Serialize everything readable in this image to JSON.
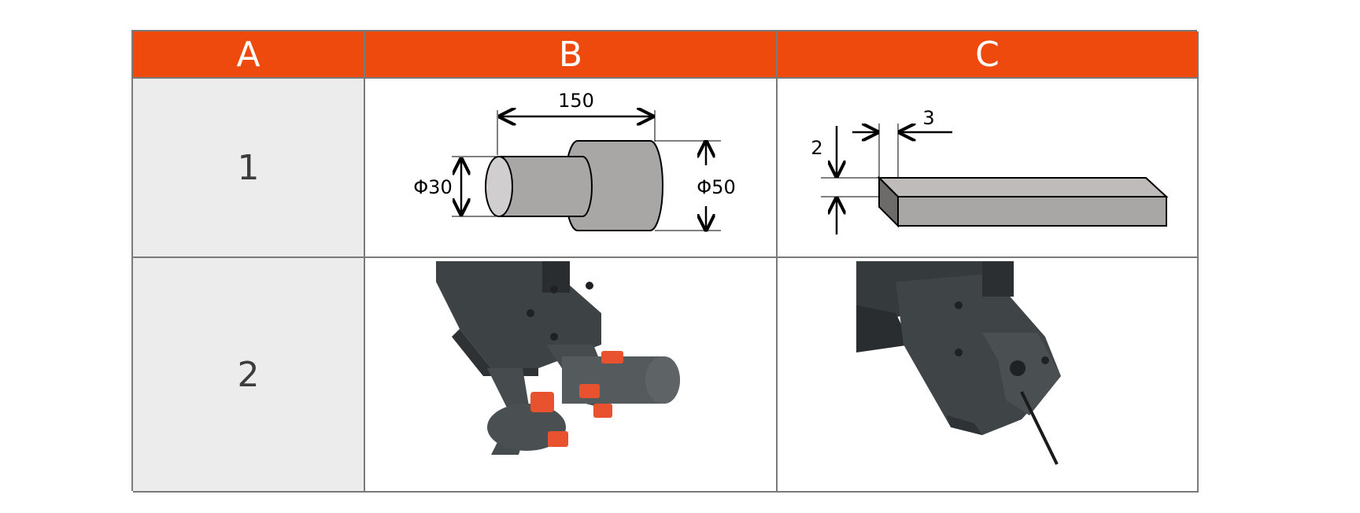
{
  "columns": [
    "A",
    "B",
    "C"
  ],
  "rows": [
    "1",
    "2"
  ],
  "drawing_b": {
    "length": "150",
    "small_diameter": "Φ30",
    "large_diameter": "Φ50"
  },
  "drawing_c": {
    "thickness": "2",
    "width": "3"
  },
  "colors": {
    "header": "#ee4a0e",
    "row_header": "#ececec",
    "border": "#7a7a7a",
    "gripper": "#3d4244",
    "pad": "#e8522e",
    "object": "#a9a6a6"
  },
  "icons": {
    "photo_b": "gripper-holding-cylinder-photo",
    "photo_c": "gripper-holding-wire-photo"
  }
}
